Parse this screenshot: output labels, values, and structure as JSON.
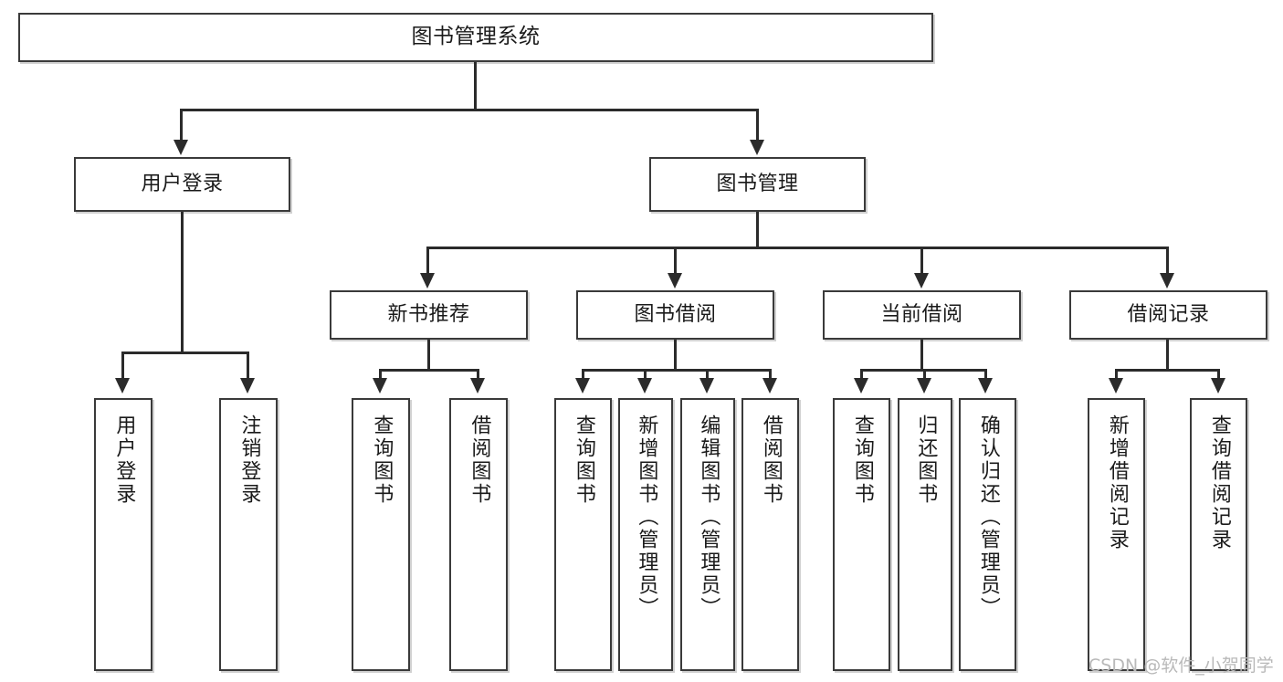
{
  "diagram": {
    "title": "图书管理系统",
    "watermark": "CSDN @软件_小贺同学",
    "colors": {
      "box_border": "#3a3a3a",
      "line": "#2b2b2b",
      "background": "#ffffff",
      "text": "#1a1a1a",
      "watermark": "#b9b9b9"
    },
    "root": {
      "label": "图书管理系统"
    },
    "level2": [
      {
        "label": "用户登录"
      },
      {
        "label": "图书管理"
      }
    ],
    "level3": [
      {
        "label": "新书推荐"
      },
      {
        "label": "图书借阅"
      },
      {
        "label": "当前借阅"
      },
      {
        "label": "借阅记录"
      }
    ],
    "leaves": {
      "user_login": [
        {
          "label": "用户登录"
        },
        {
          "label": "注销登录"
        }
      ],
      "new_book_recommend": [
        {
          "label": "查询图书"
        },
        {
          "label": "借阅图书"
        }
      ],
      "book_borrow": [
        {
          "label": "查询图书"
        },
        {
          "label": "新增图书（管理员）"
        },
        {
          "label": "编辑图书（管理员）"
        },
        {
          "label": "借阅图书"
        }
      ],
      "current_borrow": [
        {
          "label": "查询图书"
        },
        {
          "label": "归还图书"
        },
        {
          "label": "确认归还（管理员）"
        }
      ],
      "borrow_record": [
        {
          "label": "新增借阅记录"
        },
        {
          "label": "查询借阅记录"
        }
      ]
    }
  }
}
